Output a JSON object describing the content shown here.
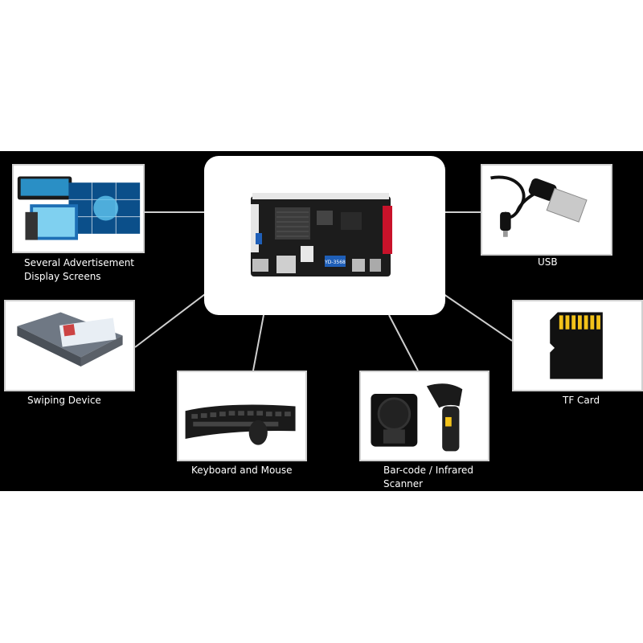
{
  "diagram": {
    "center": {
      "board_label": "YD-3568"
    },
    "nodes": {
      "displays": {
        "label_line1": "Several Advertisement",
        "label_line2": "Display Screens",
        "icon": "display-screens-icon"
      },
      "usb": {
        "label": "USB",
        "icon": "usb-cable-icon"
      },
      "swipe": {
        "label": "Swiping Device",
        "icon": "card-reader-icon"
      },
      "tf": {
        "label": "TF Card",
        "icon": "tf-card-icon"
      },
      "keyboard": {
        "label": "Keyboard and Mouse",
        "icon": "keyboard-mouse-icon"
      },
      "scanner": {
        "label_line1": "Bar-code / Infrared",
        "label_line2": "Scanner",
        "icon": "barcode-scanner-icon"
      }
    }
  },
  "colors": {
    "band": "#000000",
    "line": "#cfcfcf",
    "label": "#ffffff",
    "board_red": "#c8122a",
    "board_blue": "#1f5fb8"
  }
}
